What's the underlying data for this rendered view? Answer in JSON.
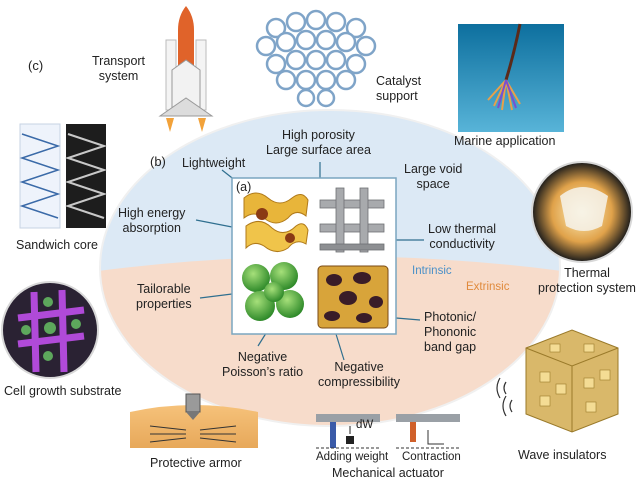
{
  "panels": {
    "a": "(a)",
    "b": "(b)",
    "c": "(c)"
  },
  "regions": {
    "intrinsic": "Intrinsic",
    "extrinsic": "Extrinsic"
  },
  "properties": {
    "lightweight": "Lightweight",
    "porosity": [
      "High porosity",
      "Large surface area"
    ],
    "void": [
      "Large void",
      "space"
    ],
    "energy": [
      "High energy",
      "absorption"
    ],
    "thermal": [
      "Low thermal",
      "conductivity"
    ],
    "tailorable": [
      "Tailorable",
      "properties"
    ],
    "photonic": [
      "Photonic/",
      "Phononic",
      "band gap"
    ],
    "poisson": [
      "Negative",
      "Poisson’s ratio"
    ],
    "compress": [
      "Negative",
      "compressibility"
    ]
  },
  "applications": {
    "transport": [
      "Transport",
      "system"
    ],
    "catalyst": [
      "Catalyst",
      "support"
    ],
    "marine": "Marine application",
    "sandwich": "Sandwich core",
    "thermal_protection": [
      "Thermal",
      "protection system"
    ],
    "cell": "Cell growth substrate",
    "armor": "Protective armor",
    "actuator": "Mechanical actuator",
    "adding_weight": "Adding weight",
    "contraction": "Contraction",
    "dw": "dW",
    "wave": "Wave insulators"
  },
  "colors": {
    "intrinsic_fill": "#dce9f5",
    "extrinsic_fill": "#f7dccb",
    "ellipse_stroke": "#f0f0f0",
    "connector": "#2f6f8f"
  }
}
